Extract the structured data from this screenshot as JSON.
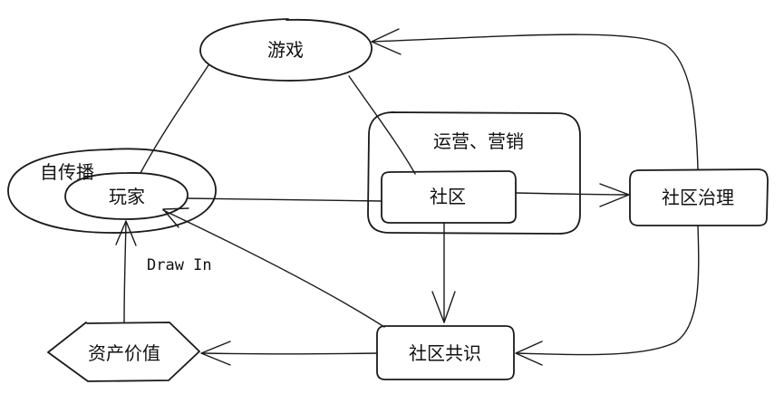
{
  "nodes": {
    "game": "游戏",
    "operations": "运营、营销",
    "self_spread": "自传播",
    "player": "玩家",
    "community": "社区",
    "governance": "社区治理",
    "consensus": "社区共识",
    "asset_value": "资产价值"
  },
  "edge_labels": {
    "draw_in": "Draw In"
  }
}
